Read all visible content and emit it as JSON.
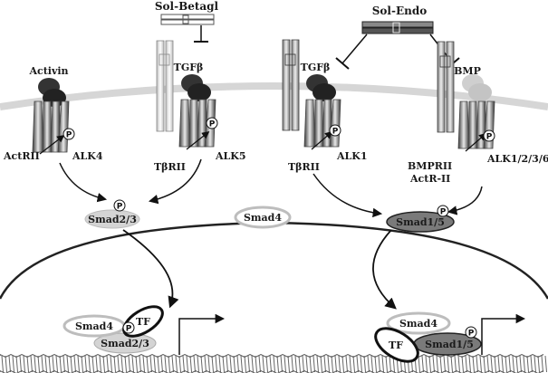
{
  "labels": {
    "sol_betagl": "Sol-Betagl",
    "sol_endo": "Sol-Endo",
    "activin": "Activin",
    "tgfb_1": "TGFβ",
    "tgfb_2": "TGFβ",
    "bmp": "BMP",
    "actrii": "ActRII",
    "alk4": "ALK4",
    "tbrii_1": "TβRII",
    "alk5": "ALK5",
    "tbrii_2": "TβRII",
    "alk1": "ALK1",
    "bmprii": "BMPRII",
    "actr_ii": "ActR-II",
    "alk1236": "ALK1/2/3/6",
    "smad23": "Smad2/3",
    "smad4": "Smad4",
    "smad15": "Smad1/5",
    "nuc_smad4_left": "Smad4",
    "nuc_tf_left": "TF",
    "nuc_smad23": "Smad2/3",
    "nuc_smad4_right": "Smad4",
    "nuc_tf_right": "TF",
    "nuc_smad15": "Smad1/5",
    "phospho": "P"
  },
  "colors": {
    "membrane": "#d9d9d9",
    "ligand_dark": "#333333",
    "ligand_light": "#cfcfcf",
    "smad23_fill": "#d4d4d4",
    "smad15_fill": "#7a7a7a",
    "outline": "#111111"
  }
}
